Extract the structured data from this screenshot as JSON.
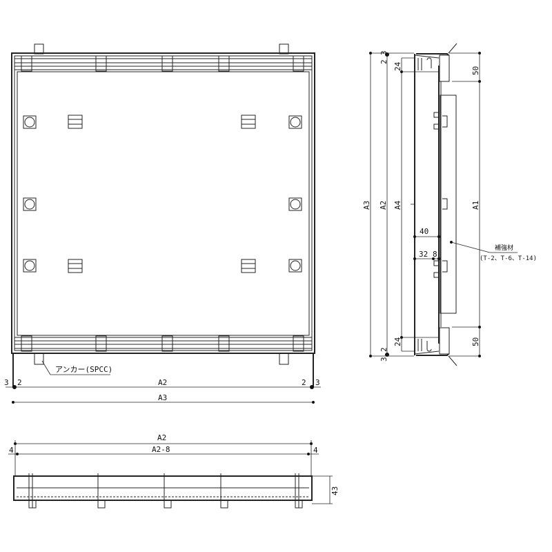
{
  "plan_view": {
    "anchor_label": "アンカー(SPCC)",
    "dim_left_outer": "3",
    "dim_left_inner": "2",
    "dim_right_inner": "2",
    "dim_right_outer": "3",
    "dim_a2": "A2",
    "dim_a3": "A3"
  },
  "section_view": {
    "dim_top_3": "3",
    "dim_top_2": "2",
    "dim_top_24": "24",
    "dim_top_50": "50",
    "dim_a3": "A3",
    "dim_a2": "A2",
    "dim_a4": "A4",
    "dim_a1": "A1",
    "dim_40": "40",
    "dim_32": "32",
    "dim_8": "8",
    "dim_bottom_24": "24",
    "dim_bottom_2": "2",
    "dim_bottom_3": "3",
    "dim_bottom_50": "50",
    "reinforcement_label": "補強材",
    "reinforcement_types": "(T-2、T-6、T-14)"
  },
  "elevation_view": {
    "dim_a2": "A2",
    "dim_a2_minus_8": "A2-8",
    "dim_left_4": "4",
    "dim_right_4": "4",
    "dim_height_43": "43"
  }
}
